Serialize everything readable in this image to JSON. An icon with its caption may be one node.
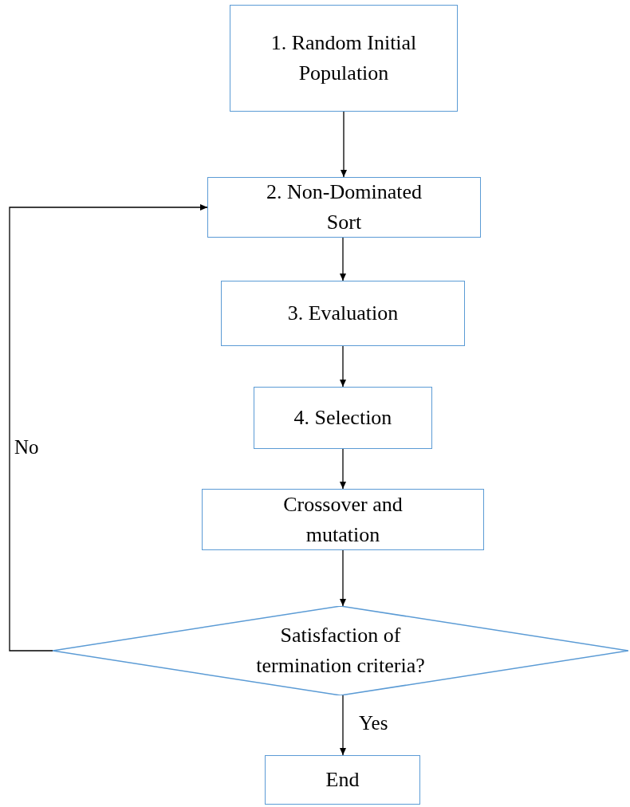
{
  "diagram": {
    "nodes": [
      {
        "text": [
          "1. Random Initial Population"
        ]
      },
      {
        "text": [
          "2. Non-Dominated Sort"
        ]
      },
      {
        "text": [
          "3. Evaluation"
        ]
      },
      {
        "text": [
          "4. Selection"
        ]
      },
      {
        "text": [
          "Crossover and mutation"
        ]
      },
      {
        "text": [
          "Satisfaction of termination criteria?"
        ]
      },
      {
        "text": [
          "End"
        ]
      }
    ],
    "edges": [
      {
        "from": 0,
        "to": 1,
        "arrow": "to"
      },
      {
        "from": 1,
        "to": 2,
        "arrow": "to"
      },
      {
        "from": 2,
        "to": 3,
        "arrow": "to"
      },
      {
        "from": 3,
        "to": 4,
        "arrow": "to"
      },
      {
        "from": 4,
        "to": 5,
        "arrow": "to"
      },
      {
        "from": 5,
        "to": 6,
        "arrow": "to",
        "label": "Yes"
      },
      {
        "from": 5,
        "to": 1,
        "arrow": "to",
        "label": "No"
      }
    ]
  }
}
